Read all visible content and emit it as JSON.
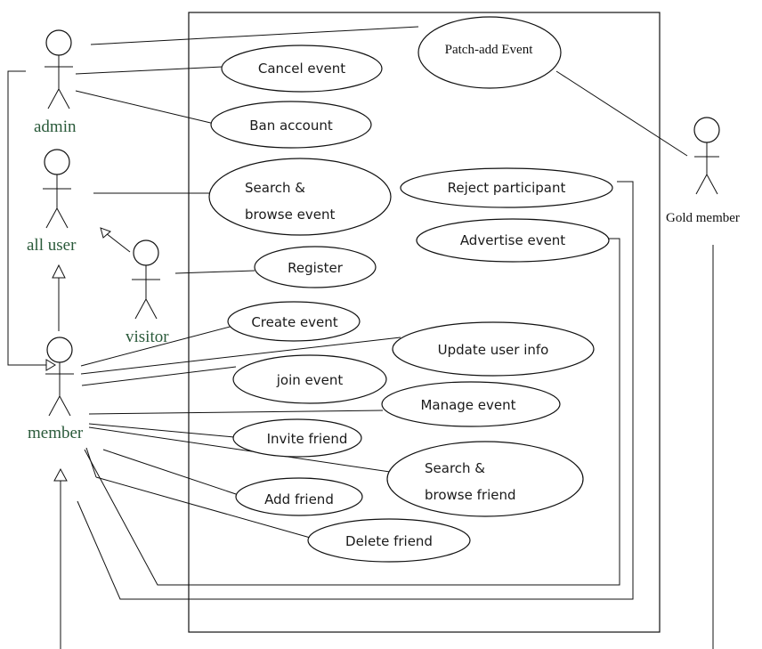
{
  "actors": {
    "admin": "admin",
    "all_user": "all user",
    "visitor": "visitor",
    "member": "member",
    "gold_member": "Gold member"
  },
  "use_cases": {
    "patch_add_event": "Patch-add Event",
    "cancel_event": "Cancel event",
    "ban_account": "Ban account",
    "search_browse_event_1": "Search &",
    "search_browse_event_2": "browse event",
    "reject_participant": "Reject participant",
    "advertise_event": "Advertise event",
    "register": "Register",
    "create_event": "Create event",
    "update_user_info": "Update user info",
    "join_event": "join event",
    "manage_event": "Manage event",
    "invite_friend": "Invite friend",
    "search_browse_friend_1": "Search &",
    "search_browse_friend_2": "browse friend",
    "add_friend": "Add friend",
    "delete_friend": "Delete friend"
  }
}
